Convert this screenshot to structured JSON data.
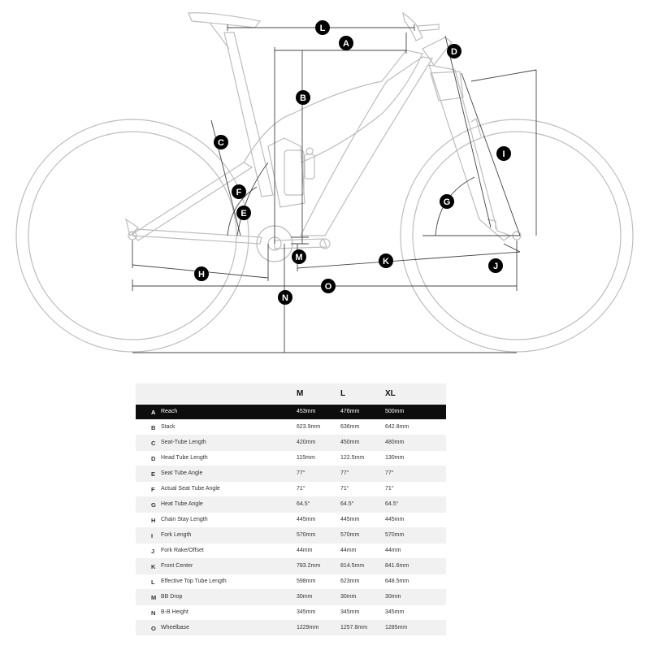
{
  "diagram": {
    "markers": [
      {
        "id": "A",
        "label": "A"
      },
      {
        "id": "B",
        "label": "B"
      },
      {
        "id": "C",
        "label": "C"
      },
      {
        "id": "D",
        "label": "D"
      },
      {
        "id": "E",
        "label": "E"
      },
      {
        "id": "F",
        "label": "F"
      },
      {
        "id": "G",
        "label": "G"
      },
      {
        "id": "H",
        "label": "H"
      },
      {
        "id": "I",
        "label": "I"
      },
      {
        "id": "J",
        "label": "J"
      },
      {
        "id": "K",
        "label": "K"
      },
      {
        "id": "L",
        "label": "L"
      },
      {
        "id": "M",
        "label": "M"
      },
      {
        "id": "N",
        "label": "N"
      },
      {
        "id": "O",
        "label": "O"
      }
    ]
  },
  "table": {
    "sizes": [
      "M",
      "L",
      "XL"
    ],
    "rows": [
      {
        "letter": "A",
        "name": "Reach",
        "values": [
          "453mm",
          "476mm",
          "500mm"
        ]
      },
      {
        "letter": "B",
        "name": "Stack",
        "values": [
          "623.9mm",
          "636mm",
          "642.8mm"
        ]
      },
      {
        "letter": "C",
        "name": "Seat-Tube Length",
        "values": [
          "420mm",
          "450mm",
          "480mm"
        ]
      },
      {
        "letter": "D",
        "name": "Head Tube Length",
        "values": [
          "115mm",
          "122.5mm",
          "130mm"
        ]
      },
      {
        "letter": "E",
        "name": "Seat Tube Angle",
        "values": [
          "77°",
          "77°",
          "77°"
        ]
      },
      {
        "letter": "F",
        "name": "Actual Seat Tube Angle",
        "values": [
          "71°",
          "71°",
          "71°"
        ]
      },
      {
        "letter": "G",
        "name": "Heat Tube Angle",
        "values": [
          "64.5°",
          "64.5°",
          "64.5°"
        ]
      },
      {
        "letter": "H",
        "name": "Chain Stay Length",
        "values": [
          "445mm",
          "445mm",
          "445mm"
        ]
      },
      {
        "letter": "I",
        "name": "Fork Length",
        "values": [
          "570mm",
          "570mm",
          "570mm"
        ]
      },
      {
        "letter": "J",
        "name": "Fork Rake/Offset",
        "values": [
          "44mm",
          "44mm",
          "44mm"
        ]
      },
      {
        "letter": "K",
        "name": "Front Center",
        "values": [
          "783.2mm",
          "814.5mm",
          "841.6mm"
        ]
      },
      {
        "letter": "L",
        "name": "Effective Top Tube Length",
        "values": [
          "598mm",
          "623mm",
          "648.5mm"
        ]
      },
      {
        "letter": "M",
        "name": "BB Drop",
        "values": [
          "30mm",
          "30mm",
          "30mm"
        ]
      },
      {
        "letter": "N",
        "name": "B-B Height",
        "values": [
          "345mm",
          "345mm",
          "345mm"
        ]
      },
      {
        "letter": "O",
        "name": "Wheelbase",
        "values": [
          "1229mm",
          "1257.8mm",
          "1285mm"
        ]
      }
    ]
  }
}
